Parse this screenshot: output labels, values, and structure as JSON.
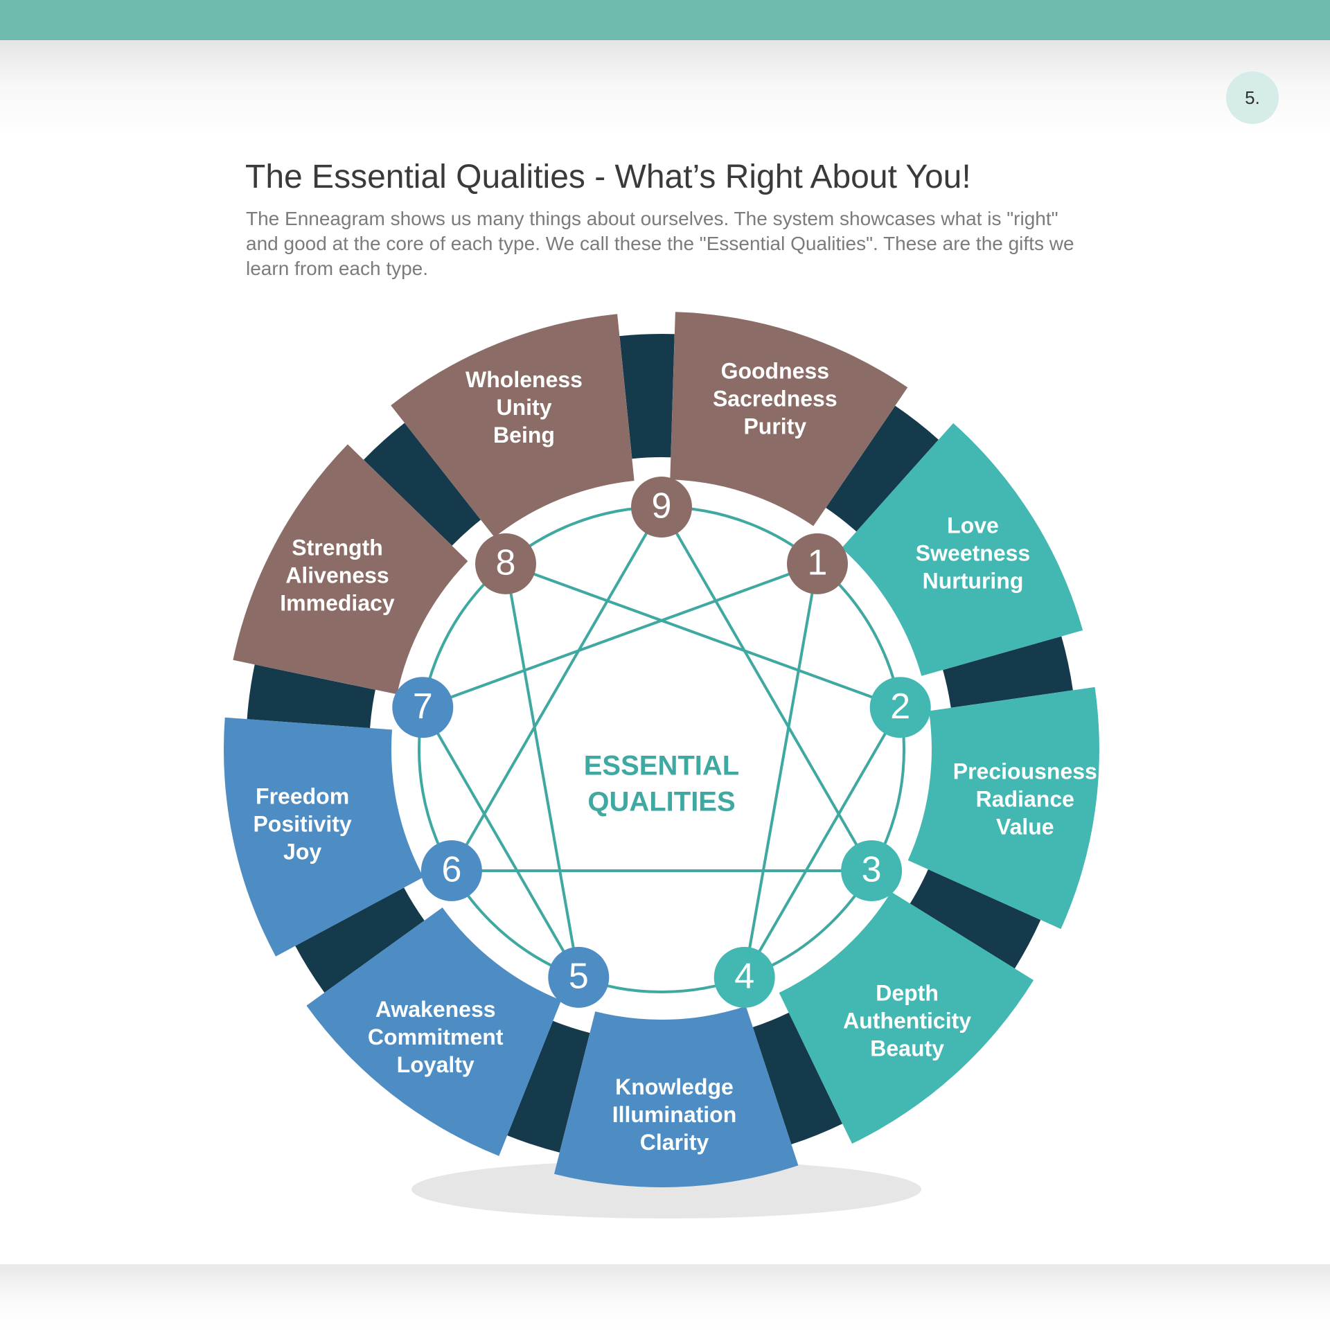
{
  "page": {
    "number": "5."
  },
  "header": {
    "title": "The Essential Qualities - What’s Right About You!",
    "intro": "The Enneagram shows us many things about ourselves. The system showcases what is \"right\" and good at the core of each type. We call these the \"Essential Qualities\". These are the gifts we learn from each type."
  },
  "diagram": {
    "center_lines": [
      "ESSENTIAL",
      "QUALITIES"
    ],
    "colors": {
      "brown": "#8c6c66",
      "blue": "#4e8cc4",
      "teal": "#43b8b2",
      "dark": "#153a4c",
      "line": "#3fa8a0",
      "center_text": "#3fa8a0",
      "header_bar": "#6fbbad"
    },
    "connections": [
      [
        1,
        4
      ],
      [
        4,
        2
      ],
      [
        2,
        8
      ],
      [
        8,
        5
      ],
      [
        5,
        7
      ],
      [
        7,
        1
      ],
      [
        3,
        6
      ],
      [
        6,
        9
      ],
      [
        9,
        3
      ]
    ],
    "types": [
      {
        "number": "1",
        "group": "brown",
        "qualities": [
          "Goodness",
          "Sacredness",
          "Purity"
        ]
      },
      {
        "number": "2",
        "group": "teal",
        "qualities": [
          "Love",
          "Sweetness",
          "Nurturing"
        ]
      },
      {
        "number": "3",
        "group": "teal",
        "qualities": [
          "Preciousness",
          "Radiance",
          "Value"
        ]
      },
      {
        "number": "4",
        "group": "teal",
        "qualities": [
          "Depth",
          "Authenticity",
          "Beauty"
        ]
      },
      {
        "number": "5",
        "group": "blue",
        "qualities": [
          "Knowledge",
          "Illumination",
          "Clarity"
        ]
      },
      {
        "number": "6",
        "group": "blue",
        "qualities": [
          "Awakeness",
          "Commitment",
          "Loyalty"
        ]
      },
      {
        "number": "7",
        "group": "blue",
        "qualities": [
          "Freedom",
          "Positivity",
          "Joy"
        ]
      },
      {
        "number": "8",
        "group": "brown",
        "qualities": [
          "Strength",
          "Aliveness",
          "Immediacy"
        ]
      },
      {
        "number": "9",
        "group": "brown",
        "qualities": [
          "Wholeness",
          "Unity",
          "Being"
        ]
      }
    ]
  }
}
